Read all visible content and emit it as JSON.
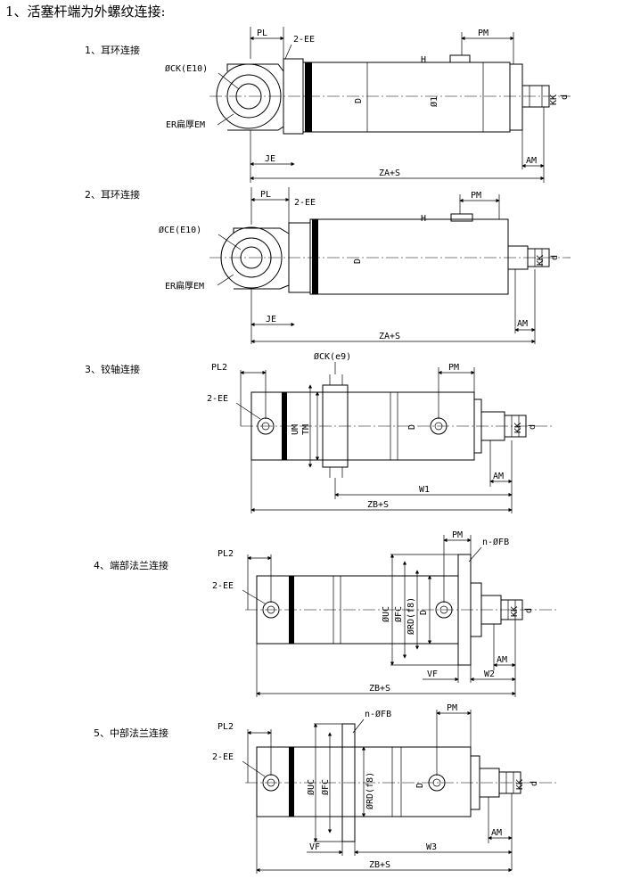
{
  "title": "1、活塞杆端为外螺纹连接:",
  "sections": [
    {
      "label": "1、耳环连接"
    },
    {
      "label": "2、耳环连接"
    },
    {
      "label": "3、铰轴连接"
    },
    {
      "label": "4、端部法兰连接"
    },
    {
      "label": "5、中部法兰连接"
    }
  ],
  "d1": {
    "PL": "PL",
    "EE": "2-EE",
    "PM": "PM",
    "H": "H",
    "CK": "ØCK(E10)",
    "D": "D",
    "fi1": "Ø1",
    "KK": "KK",
    "d": "d",
    "ER": "ER扁厚EM",
    "JE": "JE",
    "AM": "AM",
    "ZA": "ZA+S"
  },
  "d2": {
    "PL": "PL",
    "EE": "2-EE",
    "PM": "PM",
    "H": "H",
    "CE": "ØCE(E10)",
    "D": "D",
    "KK": "KK",
    "d": "d",
    "ER": "ER扁厚EM",
    "JE": "JE",
    "AM": "AM",
    "ZA": "ZA+S"
  },
  "d3": {
    "PL": "PL2",
    "CK": "ØCK(e9)",
    "EE": "2-EE",
    "PM": "PM",
    "UM": "UM",
    "TM": "TM",
    "D": "D",
    "KK": "KK",
    "d": "d",
    "AM": "AM",
    "W": "W1",
    "ZB": "ZB+S"
  },
  "d4": {
    "PM": "PM",
    "FB": "n-ØFB",
    "PL": "PL2",
    "EE": "2-EE",
    "UC": "ØUC",
    "FC": "ØFC",
    "RD": "ØRD(f8)",
    "D": "D",
    "KK": "KK",
    "d": "d",
    "AM": "AM",
    "VF": "VF",
    "W": "W2",
    "ZB": "ZB+S"
  },
  "d5": {
    "PL": "PL2",
    "FB": "n-ØFB",
    "PM": "PM",
    "EE": "2-EE",
    "UC": "ØUC",
    "FC": "ØFC",
    "RD": "ØRD(f8)",
    "D": "D",
    "KK": "KK",
    "d": "d",
    "AM": "AM",
    "VF": "VF",
    "W": "W3",
    "ZB": "ZB+S"
  }
}
